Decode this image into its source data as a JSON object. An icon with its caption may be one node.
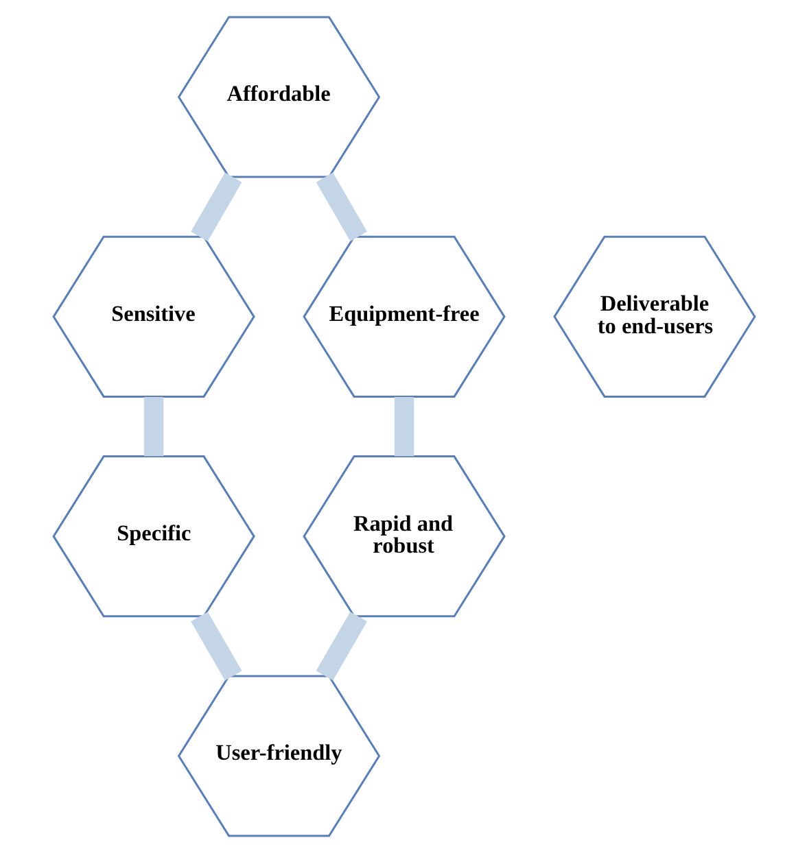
{
  "diagram": {
    "nodes": [
      {
        "text": [
          "Affordable"
        ]
      },
      {
        "text": [
          "Equipment-free"
        ]
      },
      {
        "text": [
          "Sensitive"
        ]
      },
      {
        "text": [
          "Deliverable to end-users"
        ]
      },
      {
        "text": [
          "Rapid and robust"
        ]
      },
      {
        "text": [
          "Specific"
        ]
      },
      {
        "text": [
          "User-friendly"
        ]
      }
    ],
    "edges": [
      {
        "from": 0,
        "to": 2,
        "arrow": "none"
      },
      {
        "from": 2,
        "to": 5,
        "arrow": "none"
      },
      {
        "from": 5,
        "to": 6,
        "arrow": "none"
      },
      {
        "from": 6,
        "to": 4,
        "arrow": "none"
      },
      {
        "from": 4,
        "to": 1,
        "arrow": "none"
      },
      {
        "from": 1,
        "to": 0,
        "arrow": "none"
      }
    ]
  }
}
